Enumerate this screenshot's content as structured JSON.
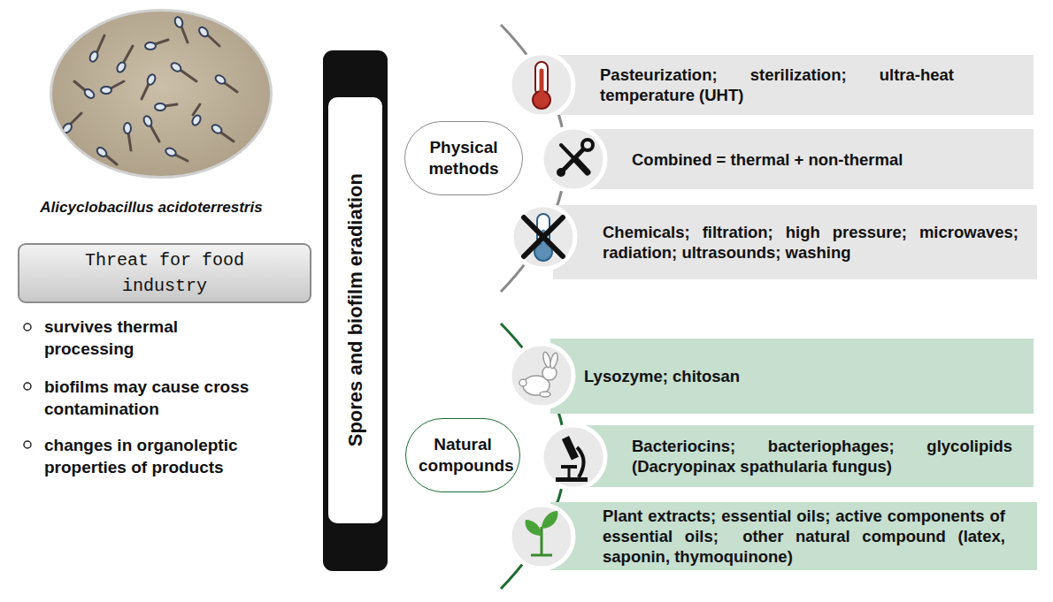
{
  "diagram": {
    "nodes": [
      {
        "text": [
          "Threat for food industry"
        ]
      },
      {
        "text": [
          "Spores and biofilm eradiation"
        ]
      },
      {
        "text": [
          "Physical methods"
        ]
      },
      {
        "text": [
          "Pasteurization; sterilization; ultra-heat temperature (UHT)"
        ]
      },
      {
        "text": [
          "Combined = thermal + non-thermal"
        ]
      },
      {
        "text": [
          "Chemicals; filtration; high pressure; microwaves; radiation; ultrasounds; washing"
        ]
      },
      {
        "text": [
          "Natural compounds"
        ]
      },
      {
        "text": [
          "Lysozyme; chitosan"
        ]
      },
      {
        "text": [
          "Bacteriocins; bacteriophages; glycolipids (Dacryopinax spathularia fungus)"
        ]
      },
      {
        "text": [
          "Plant extracts; essential oils; active components of essential oils;  other natural compound (latex, saponin, thymoquinone)"
        ]
      }
    ],
    "labels": [
      "Alicyclobacillus acidoterrestris",
      "survives thermal processing",
      "biofilms may cause cross contamination",
      "changes in organoleptic properties of products"
    ]
  }
}
